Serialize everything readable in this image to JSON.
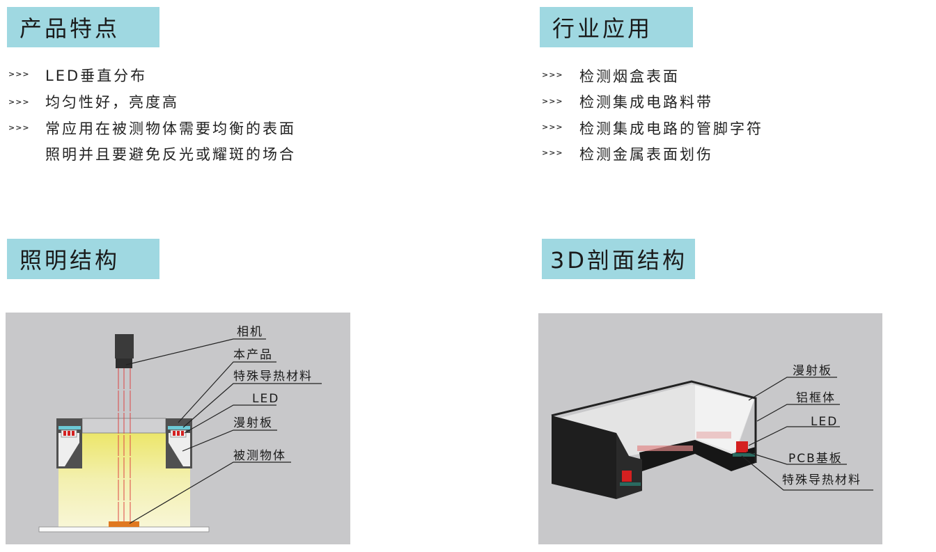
{
  "features": {
    "title": "产品特点",
    "items": [
      "LED垂直分布",
      "均匀性好，亮度高",
      "常应用在被测物体需要均衡的表面",
      "照明并且要避免反光或耀斑的场合"
    ]
  },
  "applications": {
    "title": "行业应用",
    "items": [
      "检测烟盒表面",
      "检测集成电路料带",
      "检测集成电路的管脚字符",
      "检测金属表面划伤"
    ]
  },
  "bullet_glyph": ">>>",
  "lighting_structure": {
    "title": "照明结构",
    "labels": [
      "相机",
      "本产品",
      "特殊导热材料",
      "LED",
      "漫射板",
      "被测物体"
    ]
  },
  "section_3d": {
    "title": "3D剖面结构",
    "labels": [
      "漫射板",
      "铝框体",
      "LED",
      "PCB基板",
      "特殊导热材料"
    ]
  },
  "colors": {
    "header_bg": "#9fd8e1",
    "diagram_bg": "#c8c8ca",
    "led_red": "#d42020"
  }
}
